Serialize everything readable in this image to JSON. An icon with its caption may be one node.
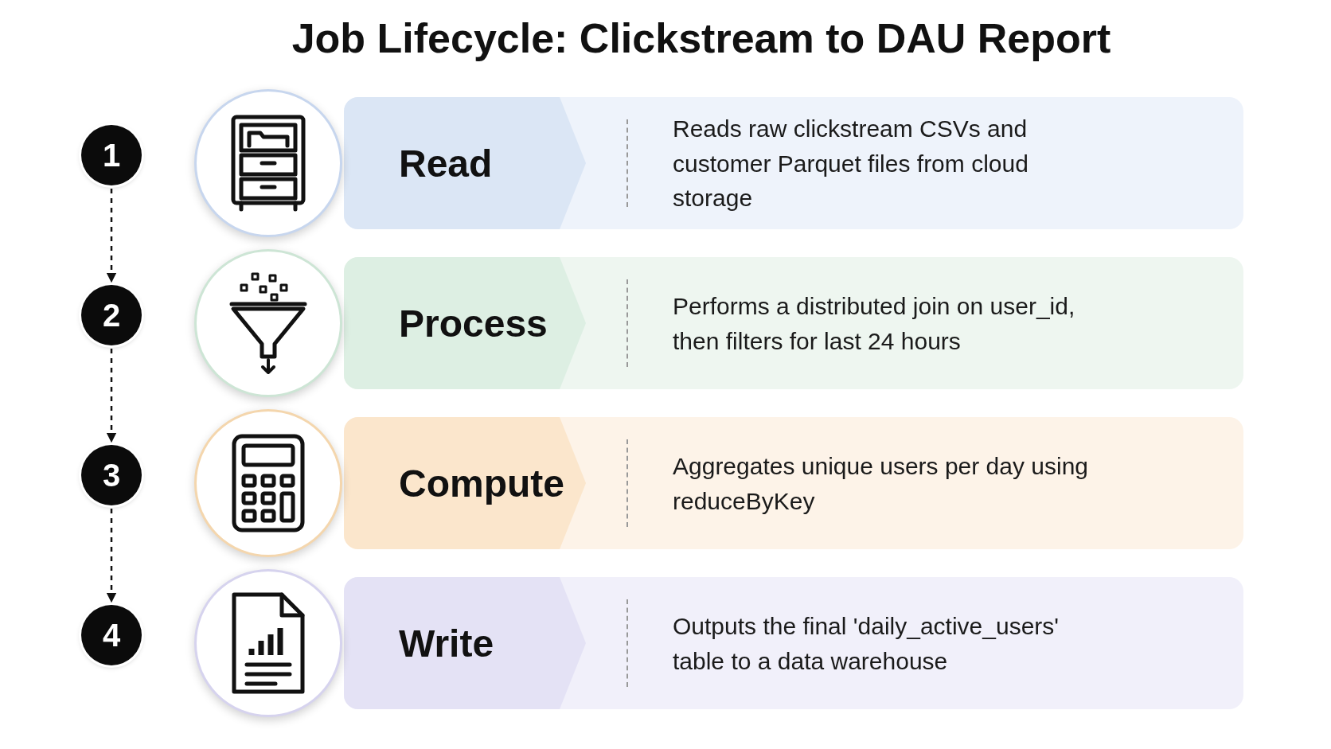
{
  "diagram": {
    "title": "Job Lifecycle: Clickstream to DAU Report",
    "nodes": [
      {
        "text": [
          "1"
        ]
      },
      {
        "text": [
          "Read",
          "Reads raw clickstream CSVs and customer Parquet files from cloud storage"
        ]
      },
      {
        "text": [
          "2"
        ]
      },
      {
        "text": [
          "Process",
          "Performs a distributed join on user_id, then filters for last 24 hours"
        ]
      },
      {
        "text": [
          "3"
        ]
      },
      {
        "text": [
          "Compute",
          "Aggregates unique users per day using reduceByKey"
        ]
      },
      {
        "text": [
          "4"
        ]
      },
      {
        "text": [
          "Write",
          "Outputs the final 'daily_active_users' table to a data warehouse"
        ]
      }
    ],
    "edges": [
      {
        "from": 0,
        "to": 2,
        "arrow": "to",
        "style": "dashed"
      },
      {
        "from": 2,
        "to": 4,
        "arrow": "to",
        "style": "dashed"
      },
      {
        "from": 4,
        "to": 6,
        "arrow": "to",
        "style": "dashed"
      }
    ]
  }
}
